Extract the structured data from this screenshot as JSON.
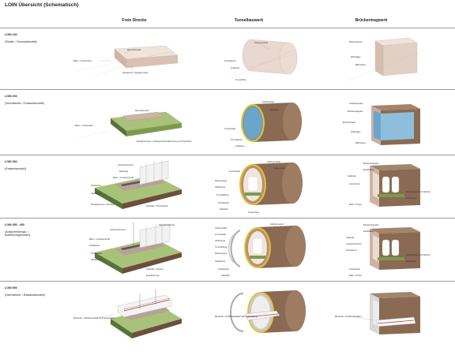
{
  "page": {
    "title": "LOIN Übersicht (Schematisch)"
  },
  "columns": [
    "Freie Strecke",
    "Tunnelbauwerk",
    "Brückentragwerk"
  ],
  "rows": [
    {
      "id": "loin100",
      "label_bold": "LOIN 100",
      "label_rest": "(Studie- / Konzeptmodell)",
      "freie": [
        "Dammbauwerk",
        "Bahn- / Trassenlinie",
        "Gleisachse / Gleisgeometrie"
      ],
      "tunnel": [
        "Gebirgsmantel",
        "Tunnelachse",
        "Gradiente",
        "Tunnelröhre"
      ],
      "bruecke": [
        "Brückenkörper",
        "Widerlager",
        "Bahnachse"
      ]
    },
    {
      "id": "loin200",
      "label_bold": "LOIN 200",
      "label_rest": "(Vorentwurfs- / Entwurfsmodell)",
      "freie": [
        "Dammbauwerk",
        "Bahn- / Trassenlinie",
        "Entwässerungs- / Gleisgeometrie Böschung und Tragschicht"
      ],
      "tunnel": [
        "Außenschale",
        "Ringspalt",
        "Innenschale",
        "Tunnelachse",
        "Gradiente"
      ],
      "bruecke": [
        "Außenbauwerk",
        "Brückentragwerk",
        "Brückenträger",
        "Widerlager",
        "Bahnachse"
      ]
    },
    {
      "id": "loin300",
      "label_bold": "LOIN 300",
      "label_rest": "(Entwurfsmodell)",
      "freie": [
        "Lärmschutzwand",
        "Randweg",
        "Bahn- / Lichtraumprofil",
        "Oberleitung",
        "Gleiskörper",
        "Entwässerung / Unterbau",
        "Fahrbahn / Schotterbett"
      ],
      "tunnel": [
        "Gebirgsmantel",
        "Außenschale",
        "Innenschale",
        "Rettungsweg",
        "Abdichtung",
        "Tunnellüftung",
        "Schotterbett",
        "Fahrbahn",
        "Trassenlinie"
      ],
      "bruecke": [
        "Brückentragwerk",
        "Randbalken",
        "Geländer",
        "Lärmschutz",
        "Rettungswege mit Nischen",
        "Fahrleitung",
        "Bahn / Trasse"
      ]
    },
    {
      "id": "loin400",
      "label_bold": "LOIN 350 - 400",
      "label_rest": "(Ausschreibungs- / Ausführungsmodell)",
      "freie": [
        "Oberleitungsmast",
        "Lärmschutzwand",
        "Bahn- / Lichtraumprofil",
        "Kabelkanal",
        "Schotterbett",
        "Gleiskörper",
        "Fahrbahn / Planum",
        "Entwässerung"
      ],
      "tunnel": [
        "Gebirgsmantel",
        "Außenschale",
        "Innenschale",
        "Abdichtung",
        "Tunnellüftung",
        "Rettungsweg",
        "Kabelkanal",
        "Schotterbett",
        "Fahrbahn"
      ],
      "bruecke": [
        "Brückentragwerk",
        "Randbalken",
        "Geländer",
        "Lärmschutzwand",
        "Oberleitung",
        "Rettungswege mit Nischen",
        "Kabelkanal",
        "Schotterbett",
        "Bahn / Trasse"
      ]
    },
    {
      "id": "loin500",
      "label_bold": "LOIN 500",
      "label_rest": "(Übernahme- / Bestandsmodell)",
      "freie": [
        "Bestands- / Betriebsmodell mit Zugangsdaten"
      ],
      "tunnel": [
        "Bestands- und Betriebsdaten aus Unterhaltung"
      ],
      "bruecke": [
        "Bestands- und Betriebsdaten"
      ]
    }
  ],
  "colors": {
    "box_light": "#e6d5cb",
    "earth": "#8a6a52",
    "earth_dark": "#6e533f",
    "grass": "#7c9a4e",
    "grass_dark": "#56733a",
    "ring_yellow": "#e0c23a",
    "inner_blue": "#6aa6cc",
    "leader": "#c87a7a"
  }
}
